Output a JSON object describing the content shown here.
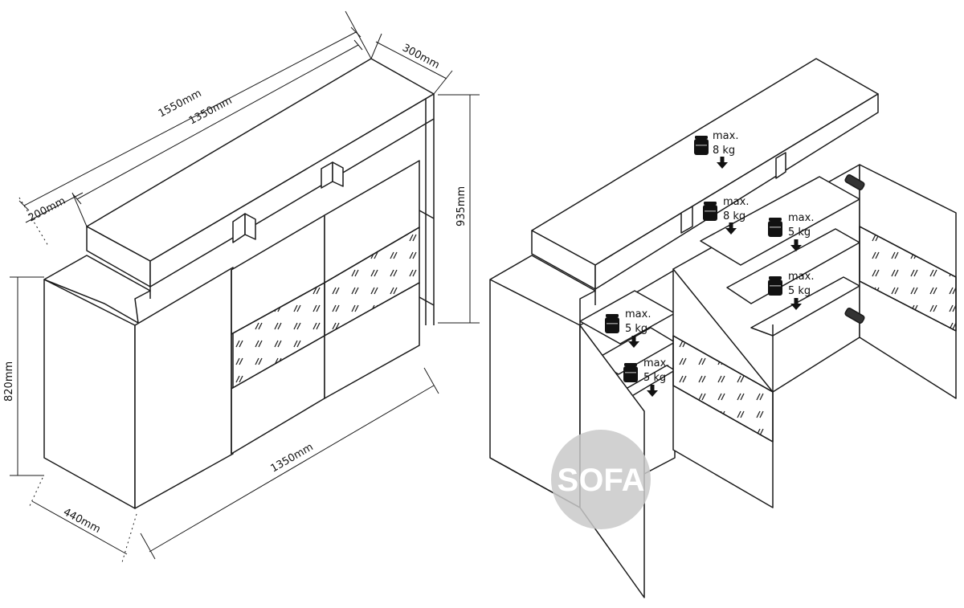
{
  "dimensions": {
    "overall_width": "1550mm",
    "body_width_top": "1350mm",
    "top_depth": "300mm",
    "top_overhang": "200mm",
    "total_height": "935mm",
    "body_height": "820mm",
    "body_depth": "440mm",
    "body_width_bottom": "1350mm"
  },
  "loads": {
    "top_shelf": {
      "label": "max.",
      "weight": "8 kg"
    },
    "upper_open_shelf": {
      "label": "max.",
      "weight": "8 kg"
    },
    "right_shelf_upper": {
      "label": "max.",
      "weight": "5 kg"
    },
    "right_shelf_lower": {
      "label": "max.",
      "weight": "5 kg"
    },
    "left_shelf_upper": {
      "label": "max.",
      "weight": "5 kg"
    },
    "left_shelf_lower": {
      "label": "max.",
      "weight": "5 kg"
    }
  },
  "watermark": {
    "text": "SOFA"
  },
  "colors": {
    "line": "#1a1a1a",
    "logo_circle": "#c9c9c9"
  }
}
